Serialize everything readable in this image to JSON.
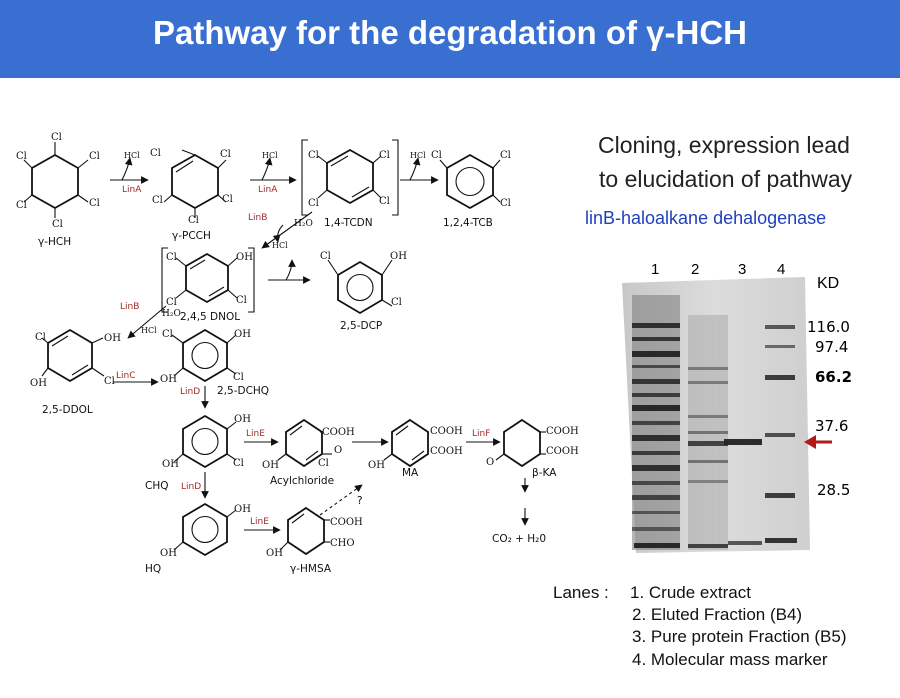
{
  "title": "Pathway for the degradation of γ-HCH",
  "right": {
    "line1": "Cloning, expression lead",
    "line2": "to elucidation of pathway",
    "subtitle": "linB-haloalkane dehalogenase",
    "subtitle_color": "#1f3fbf"
  },
  "gel": {
    "lane_numbers": [
      "1",
      "2",
      "3",
      "4"
    ],
    "unit": "KD",
    "markers": [
      "116.0",
      "97.4",
      "66.2",
      "37.6",
      "28.5"
    ],
    "arrow_color": "#b01a1a"
  },
  "lanes_legend": {
    "prefix": "Lanes :",
    "items": [
      "1.  Crude extract",
      "2.   Eluted Fraction  (B4)",
      "3.   Pure protein Fraction  (B5)",
      "4.   Molecular mass marker"
    ]
  },
  "pathway": {
    "compounds": {
      "hch": "γ-HCH",
      "pcch": "γ-PCCH",
      "tcdn": "1,4-TCDN",
      "tcb": "1,2,4-TCB",
      "dnol": "2,4,5 DNOL",
      "dcp": "2,5-DCP",
      "ddol": "2,5-DDOL",
      "dchq": "2,5-DCHQ",
      "chq": "CHQ",
      "acylchloride": "Acylchloride",
      "ma": "MA",
      "bka": "β-KA",
      "hq": "HQ",
      "hmsa": "γ-HMSA",
      "final": "CO₂ + H₂0"
    },
    "enzymes": {
      "lina1": "LinA",
      "lina2": "LinA",
      "linb1": "LinB",
      "linb2": "LinB",
      "linc": "LinC",
      "lind1": "LinD",
      "lind2": "LinD",
      "line1": "LinE",
      "line2": "LinE",
      "linf": "LinF"
    },
    "byproducts": {
      "hcl": "HCl",
      "h2o": "H₂O",
      "question": "?"
    },
    "atoms": {
      "cl": "Cl",
      "oh": "OH",
      "cooh": "COOH",
      "cho": "CHO",
      "o": "O"
    }
  }
}
